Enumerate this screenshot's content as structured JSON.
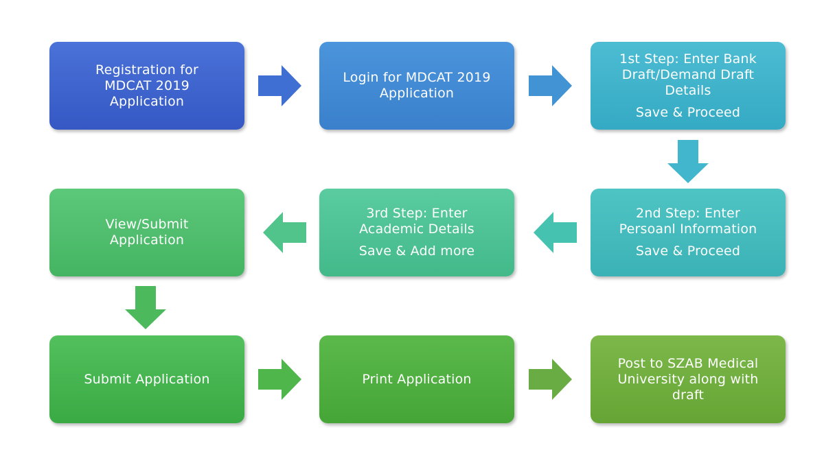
{
  "diagram": {
    "steps": [
      {
        "id": "b1",
        "lines": [
          "Registration for",
          "MDCAT 2019",
          "Application"
        ],
        "sub": "",
        "color_top": "#4a72d8",
        "color_bottom": "#3558c4"
      },
      {
        "id": "b2",
        "lines": [
          "Login for MDCAT 2019",
          "Application"
        ],
        "sub": "",
        "color_top": "#4b95dc",
        "color_bottom": "#3a80cc"
      },
      {
        "id": "b3",
        "lines": [
          "1st Step: Enter Bank",
          "Draft/Demand Draft",
          "Details"
        ],
        "sub": "Save & Proceed",
        "color_top": "#4cbcd2",
        "color_bottom": "#35aac4"
      },
      {
        "id": "b4",
        "lines": [
          "View/Submit",
          "Application"
        ],
        "sub": "",
        "color_top": "#5cc87a",
        "color_bottom": "#44b462"
      },
      {
        "id": "b5",
        "lines": [
          "3rd Step: Enter",
          "Academic Details"
        ],
        "sub": "Save & Add more",
        "color_top": "#5acca0",
        "color_bottom": "#43b98a"
      },
      {
        "id": "b6",
        "lines": [
          "2nd Step: Enter",
          "Persoanl Information"
        ],
        "sub": "Save & Proceed",
        "color_top": "#4fc4c4",
        "color_bottom": "#3bb2b6"
      },
      {
        "id": "b7",
        "lines": [
          "Submit Application"
        ],
        "sub": "",
        "color_top": "#52c05c",
        "color_bottom": "#3aaa45"
      },
      {
        "id": "b8",
        "lines": [
          "Print Application"
        ],
        "sub": "",
        "color_top": "#5ab94a",
        "color_bottom": "#45a536"
      },
      {
        "id": "b9",
        "lines": [
          "Post to SZAB Medical",
          "University along with",
          "draft"
        ],
        "sub": "",
        "color_top": "#7cb84a",
        "color_bottom": "#66a535"
      }
    ],
    "arrows": [
      {
        "id": "a1",
        "direction": "right",
        "color": "#3f6fd2"
      },
      {
        "id": "a2",
        "direction": "right",
        "color": "#4293d4"
      },
      {
        "id": "a3",
        "direction": "down",
        "color": "#41b6cc"
      },
      {
        "id": "a4",
        "direction": "left",
        "color": "#46c2b0"
      },
      {
        "id": "a5",
        "direction": "left",
        "color": "#50c48a"
      },
      {
        "id": "a6",
        "direction": "down",
        "color": "#4cba5c"
      },
      {
        "id": "a7",
        "direction": "right",
        "color": "#4fb64c"
      },
      {
        "id": "a8",
        "direction": "right",
        "color": "#6aac44"
      }
    ]
  }
}
